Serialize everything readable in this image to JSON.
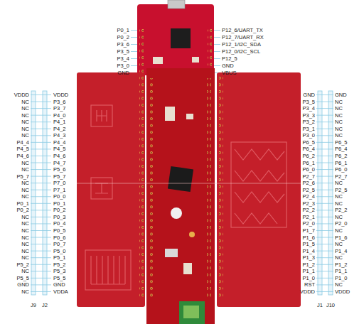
{
  "diagram": {
    "labels": [
      "P0_1",
      "P0_2",
      "P3_6",
      "P3_5",
      "P3_4",
      "P3_0",
      "GND",
      "P12_6/UART_TX",
      "P12_7/UART_RX",
      "P12_1/I2C_SDA",
      "P12_0/I2C_SCL",
      "P12_5",
      "GND",
      "VBUS",
      "VDDD",
      "NC",
      "NC",
      "NC",
      "NC",
      "NC",
      "NC",
      "P4_4",
      "P4_5",
      "P4_6",
      "NC",
      "NC",
      "P5_7",
      "NC",
      "NC",
      "NC",
      "P0_1",
      "P0_2",
      "NC",
      "NC",
      "NC",
      "NC",
      "NC",
      "NC",
      "NC",
      "P5_2",
      "NC",
      "P5_5",
      "GND",
      "NC",
      "VDDD",
      "P3_6",
      "P3_7",
      "P4_0",
      "P4_1",
      "P4_2",
      "P4_3",
      "P4_4",
      "P4_5",
      "P4_6",
      "P4_7",
      "P5_6",
      "P5_7",
      "P7_0",
      "P7_1",
      "P0_0",
      "P0_1",
      "P0_2",
      "P0_3",
      "P0_4",
      "P0_5",
      "P0_6",
      "P0_7",
      "P5_0",
      "P5_1",
      "P5_2",
      "P5_3",
      "P5_5",
      "GND",
      "VDDA",
      "GND",
      "P3_5",
      "P3_4",
      "P3_3",
      "P3_2",
      "P3_1",
      "P3_0",
      "P6_5",
      "P6_4",
      "P6_2",
      "P6_1",
      "P6_0",
      "P2_7",
      "P2_6",
      "P2_5",
      "P2_4",
      "P2_3",
      "P2_2",
      "P2_1",
      "P2_0",
      "P1_7",
      "P1_6",
      "P1_5",
      "P1_4",
      "P1_3",
      "P1_2",
      "P1_1",
      "P1_0",
      "RST",
      "VDDD",
      "GND",
      "NC",
      "NC",
      "NC",
      "NC",
      "NC",
      "NC",
      "P6_5",
      "P6_4",
      "P6_2",
      "P6_1",
      "P6_0",
      "P2_7",
      "NC",
      "P2_5",
      "NC",
      "NC",
      "P2_2",
      "NC",
      "P2_0",
      "NC",
      "P1_6",
      "NC",
      "P1_4",
      "NC",
      "P1_2",
      "P1_1",
      "P1_0",
      "NC",
      "VDDD",
      "J9",
      "J2",
      "J1",
      "J10"
    ]
  }
}
